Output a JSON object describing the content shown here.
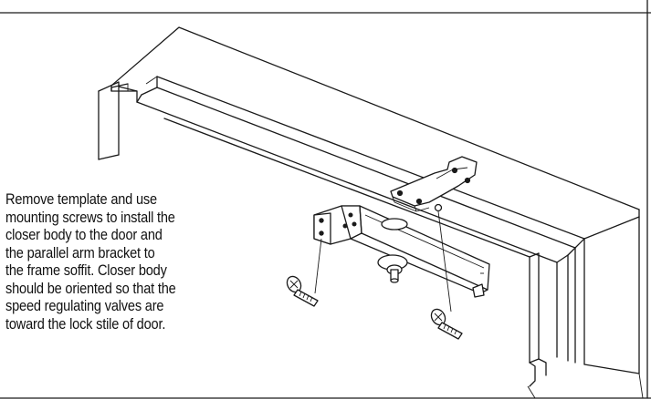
{
  "caption_lines": [
    "Remove template and use",
    "mounting screws to install the",
    "closer body to the door and",
    "the parallel arm bracket to",
    "the frame soffit. Closer body",
    "should be oriented so that the",
    "speed regulating valves are",
    "toward the lock stile of door."
  ]
}
